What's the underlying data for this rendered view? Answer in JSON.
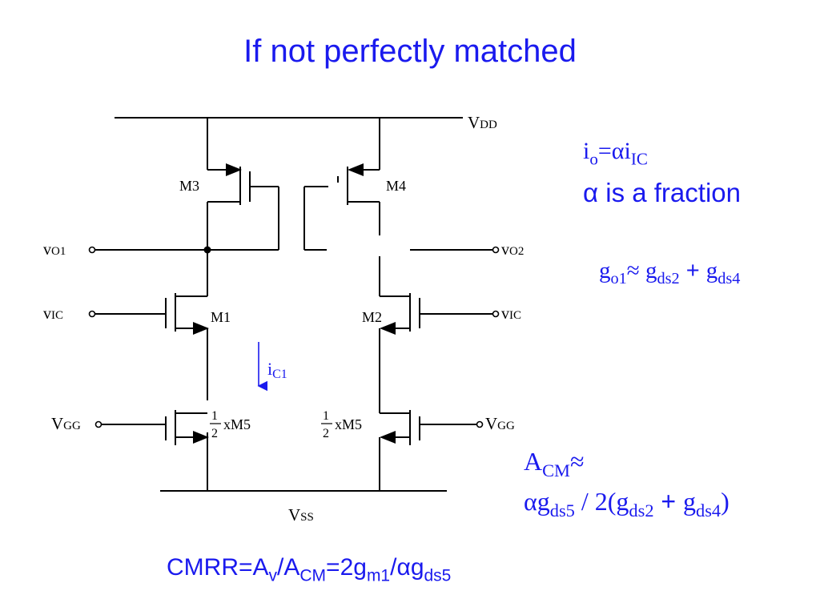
{
  "title": "If not perfectly matched",
  "circuit": {
    "vdd": "DD",
    "vdd_prefix": "V",
    "vss": "SS",
    "vss_prefix": "V",
    "vo1": "O1",
    "vo2": "O2",
    "vic_left": "IC",
    "vic_right": "IC",
    "vgg_left": "GG",
    "vgg_right": "GG",
    "v_lower": "v",
    "V_upper": "V",
    "m1": "M1",
    "m2": "M2",
    "m3": "M3",
    "m4": "M4",
    "m5_left": "xM5",
    "m5_right": "xM5",
    "half_num": "1",
    "half_den": "2",
    "ic1_main": "i",
    "ic1_sub": "C1"
  },
  "equations": {
    "io_line": {
      "i": "i",
      "o": "o",
      "eq": "=",
      "alpha": "α",
      "i2": "i",
      "ic": "IC"
    },
    "alpha_fraction": "α is a fraction",
    "go1": {
      "g": "g",
      "o1": "o1",
      "approx": "≈ ",
      "g2": "g",
      "ds2": "ds2",
      "plus": " + ",
      "g3": "g",
      "ds4": "ds4"
    },
    "acm_line1": {
      "A": "A",
      "CM": "CM",
      "approx": "≈"
    },
    "acm_line2": {
      "alpha": "α",
      "g": "g",
      "ds5": "ds5",
      "mid": " / 2(",
      "g2": "g",
      "ds2": "ds2",
      "plus": " + ",
      "g3": "g",
      "ds4": "ds4",
      "close": ")"
    },
    "cmrr": {
      "lead": "CMRR=A",
      "v": "v",
      "slash": "/A",
      "CM": "CM",
      "mid": "=2g",
      "m1": "m1",
      "alpha": "/α",
      "g": "g",
      "ds5": "ds5"
    }
  }
}
